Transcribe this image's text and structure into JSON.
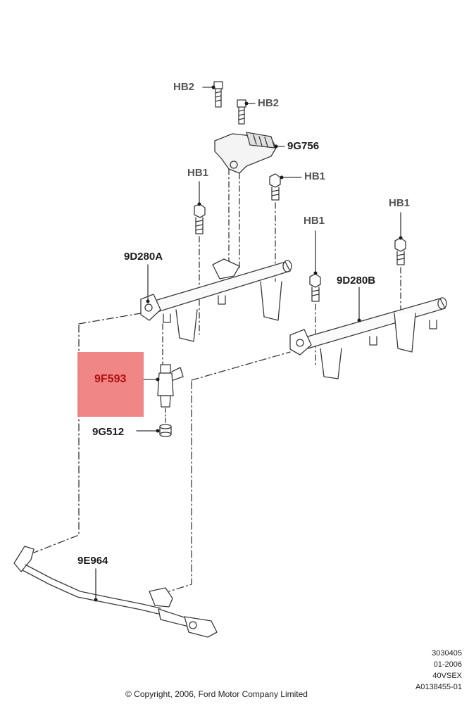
{
  "callouts": {
    "hb2_top": "HB2",
    "hb2_right": "HB2",
    "sensor": "9G756",
    "hb1_left": "HB1",
    "hb1_mid": "HB1",
    "hb1_rail_b": "HB1",
    "hb1_far": "HB1",
    "rail_a": "9D280A",
    "rail_b": "9D280B",
    "injector": "9F593",
    "seal": "9G512",
    "supply_pipe": "9E964"
  },
  "meta": {
    "line1": "3030405",
    "line2": "01-2006",
    "line3": "40VSEX",
    "line4": "A0138455-01"
  },
  "copyright": "© Copyright, 2006, Ford Motor Company Limited",
  "colors": {
    "highlight": "#f08080",
    "line": "#3a3a3a"
  }
}
